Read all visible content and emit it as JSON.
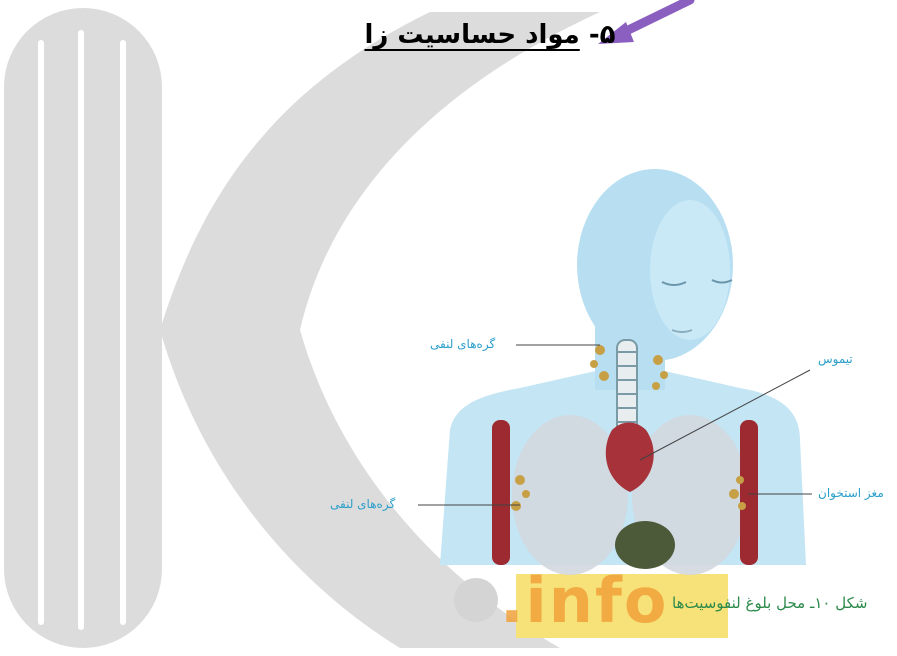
{
  "heading": {
    "number": "۵-",
    "title": "مواد حساسیت زا"
  },
  "figure": {
    "labels": {
      "lymph_nodes_upper": "گره‌های لنفی",
      "lymph_nodes_lower": "گره‌های لنفی",
      "thymus": "تیموس",
      "bone_marrow": "مغز استخوان"
    },
    "caption": "شکل ۱۰ـ محل بلوغ لنفوسیت‌ها"
  },
  "watermark": {
    "text": ".info"
  },
  "colors": {
    "watermark_gray": "#d9d9d9",
    "watermark_yellow": "#f7e27a",
    "watermark_orange": "#f2a23a",
    "arrow_purple": "#8b5fbf",
    "label_blue": "#2a9fc9",
    "caption_green": "#2b8a4a",
    "skin": "#bfe3f3",
    "thymus_red": "#a8323a",
    "bone_red": "#9c2a30"
  }
}
